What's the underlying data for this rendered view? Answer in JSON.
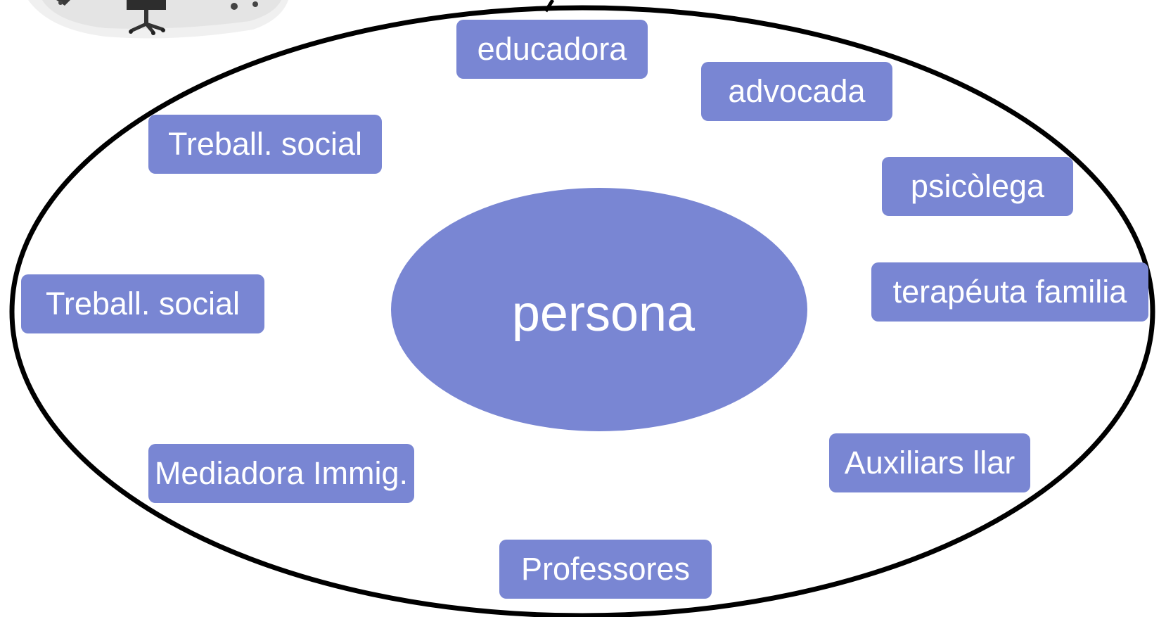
{
  "colors": {
    "box": "#7986d3",
    "outline": "#000000",
    "text": "#ffffff"
  },
  "center": {
    "label": "persona"
  },
  "roles": [
    {
      "id": "educadora",
      "label": "educadora"
    },
    {
      "id": "advocada",
      "label": "advocada"
    },
    {
      "id": "treball-social-upper",
      "label": "Treball. social"
    },
    {
      "id": "psicologa",
      "label": "psicòlega"
    },
    {
      "id": "treball-social-left",
      "label": "Treball. social"
    },
    {
      "id": "terapeuta-familia",
      "label": "terapéuta familia"
    },
    {
      "id": "mediadora-immig",
      "label": "Mediadora Immig."
    },
    {
      "id": "auxiliars-llar",
      "label": "Auxiliars llar"
    },
    {
      "id": "professores",
      "label": "Professores"
    }
  ],
  "decoration": {
    "icon": "office-desk-chair-image"
  }
}
